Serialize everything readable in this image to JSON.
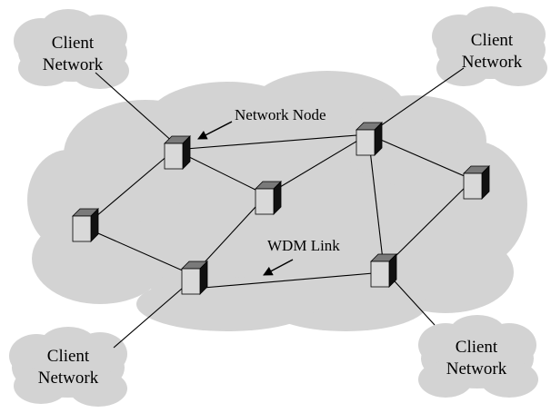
{
  "clients": {
    "top_left": {
      "line1": "Client",
      "line2": "Network"
    },
    "top_right": {
      "line1": "Client",
      "line2": "Network"
    },
    "bottom_left": {
      "line1": "Client",
      "line2": "Network"
    },
    "bottom_right": {
      "line1": "Client",
      "line2": "Network"
    }
  },
  "annotations": {
    "network_node": "Network Node",
    "wdm_link": "WDM Link"
  },
  "colors": {
    "cloud_fill": "#d3d3d3",
    "node_face": "#d9d9d9",
    "node_top": "#7a7a7a",
    "node_side": "#111111"
  }
}
